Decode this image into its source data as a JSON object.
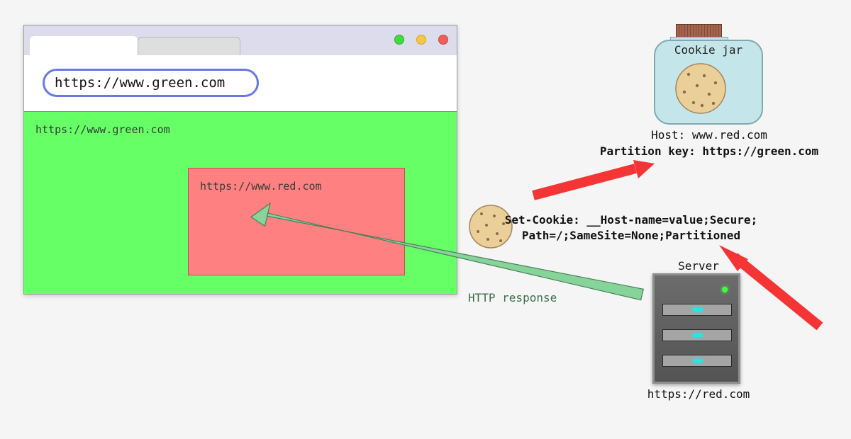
{
  "browser": {
    "address_bar_url": "https://www.green.com",
    "page_frame_label": "https://www.green.com",
    "iframe_label": "https://www.red.com",
    "window_controls": {
      "colors": {
        "close": "#ef5f5a",
        "minimize": "#f4c646",
        "maximize": "#3fdc3f"
      }
    },
    "colors": {
      "page_background": "#66ff66",
      "iframe_background": "#ff8080",
      "address_bar_border": "#6a78e6"
    }
  },
  "cookie_jar": {
    "title": "Cookie jar",
    "host_text": "Host: www.red.com",
    "partition_key_text": "Partition key: https://green.com"
  },
  "set_cookie_header": {
    "line1": "Set-Cookie: __Host-name=value;Secure;",
    "line2": "Path=/;SameSite=None;Partitioned"
  },
  "http_response_label": "HTTP response",
  "server": {
    "title": "Server",
    "url": "https://red.com"
  },
  "colors": {
    "response_arrow": "#86d49a",
    "store_arrows": "#f53535"
  }
}
